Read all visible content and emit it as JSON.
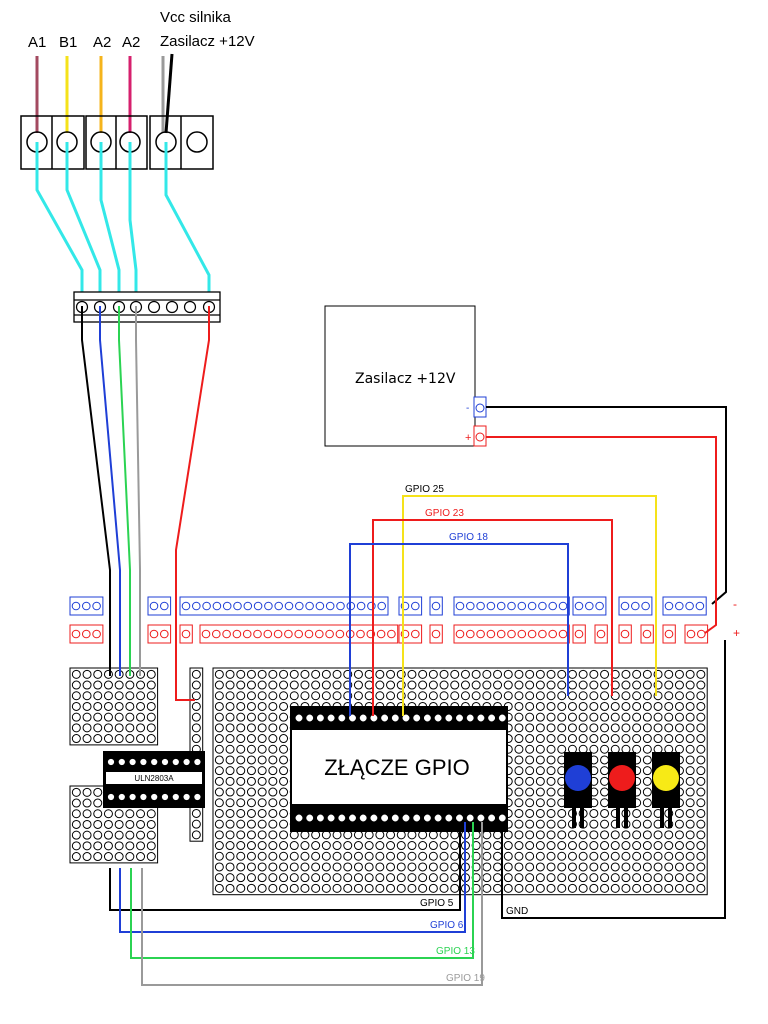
{
  "colors": {
    "background": "#ffffff",
    "outline": "#000000",
    "cyan_wire": "#33e8e8",
    "black_wire": "#000000",
    "blue_wire": "#1f3fd6",
    "green_wire": "#2bd352",
    "gray_wire": "#9a9a9a",
    "red_wire": "#ee1c1c",
    "yellow_wire": "#f5e21a",
    "dark_red_wire": "#a34a60",
    "orange_wire": "#f5b41c",
    "magenta_wire": "#d6206d",
    "rail_minus": "#1f3fd6",
    "rail_plus": "#ee1c1c",
    "led_blue": "#1f3fd6",
    "led_red": "#ee1c1c",
    "led_yellow": "#f7ea16"
  },
  "motor_labels": {
    "a1": "A1",
    "b1": "B1",
    "a2_first": "A2",
    "a2_second": "A2",
    "vcc_line1": "Vcc silnika",
    "vcc_line2": "Zasilacz +12V"
  },
  "power_supply": {
    "label": "Zasilacz +12V",
    "minus": "-",
    "plus": "+"
  },
  "rails": {
    "minus": "-",
    "plus": "+"
  },
  "chip": {
    "label": "ULN2803A"
  },
  "gpio_header": {
    "label": "ZŁĄCZE GPIO"
  },
  "wire_labels": {
    "gpio25": "GPIO 25",
    "gpio23": "GPIO 23",
    "gpio18": "GPIO 18",
    "gpio5": "GPIO 5",
    "gpio6": "GPIO 6",
    "gpio13": "GPIO 13",
    "gpio19": "GPIO 19",
    "gnd": "GND"
  },
  "leds": [
    {
      "name": "blue",
      "color": "#1f3fd6"
    },
    {
      "name": "red",
      "color": "#ee1c1c"
    },
    {
      "name": "yellow",
      "color": "#f7ea16"
    }
  ]
}
